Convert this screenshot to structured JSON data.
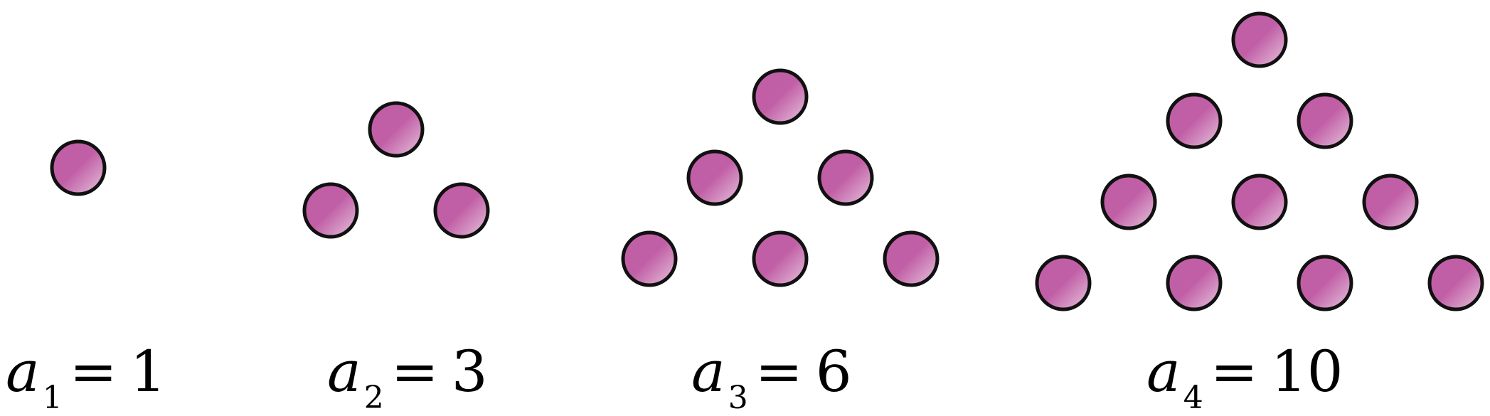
{
  "colors": {
    "dot_light": "#e6c6dd",
    "dot_dark": "#c15fa6",
    "outline": "#111111"
  },
  "groups": [
    {
      "name": "a1",
      "var": "a",
      "sub": "1",
      "eq": "=",
      "value": "1",
      "rows": 1
    },
    {
      "name": "a2",
      "var": "a",
      "sub": "2",
      "eq": "=",
      "value": "3",
      "rows": 2
    },
    {
      "name": "a3",
      "var": "a",
      "sub": "3",
      "eq": "=",
      "value": "6",
      "rows": 3
    },
    {
      "name": "a4",
      "var": "a",
      "sub": "4",
      "eq": "=",
      "value": "10",
      "rows": 4
    }
  ]
}
